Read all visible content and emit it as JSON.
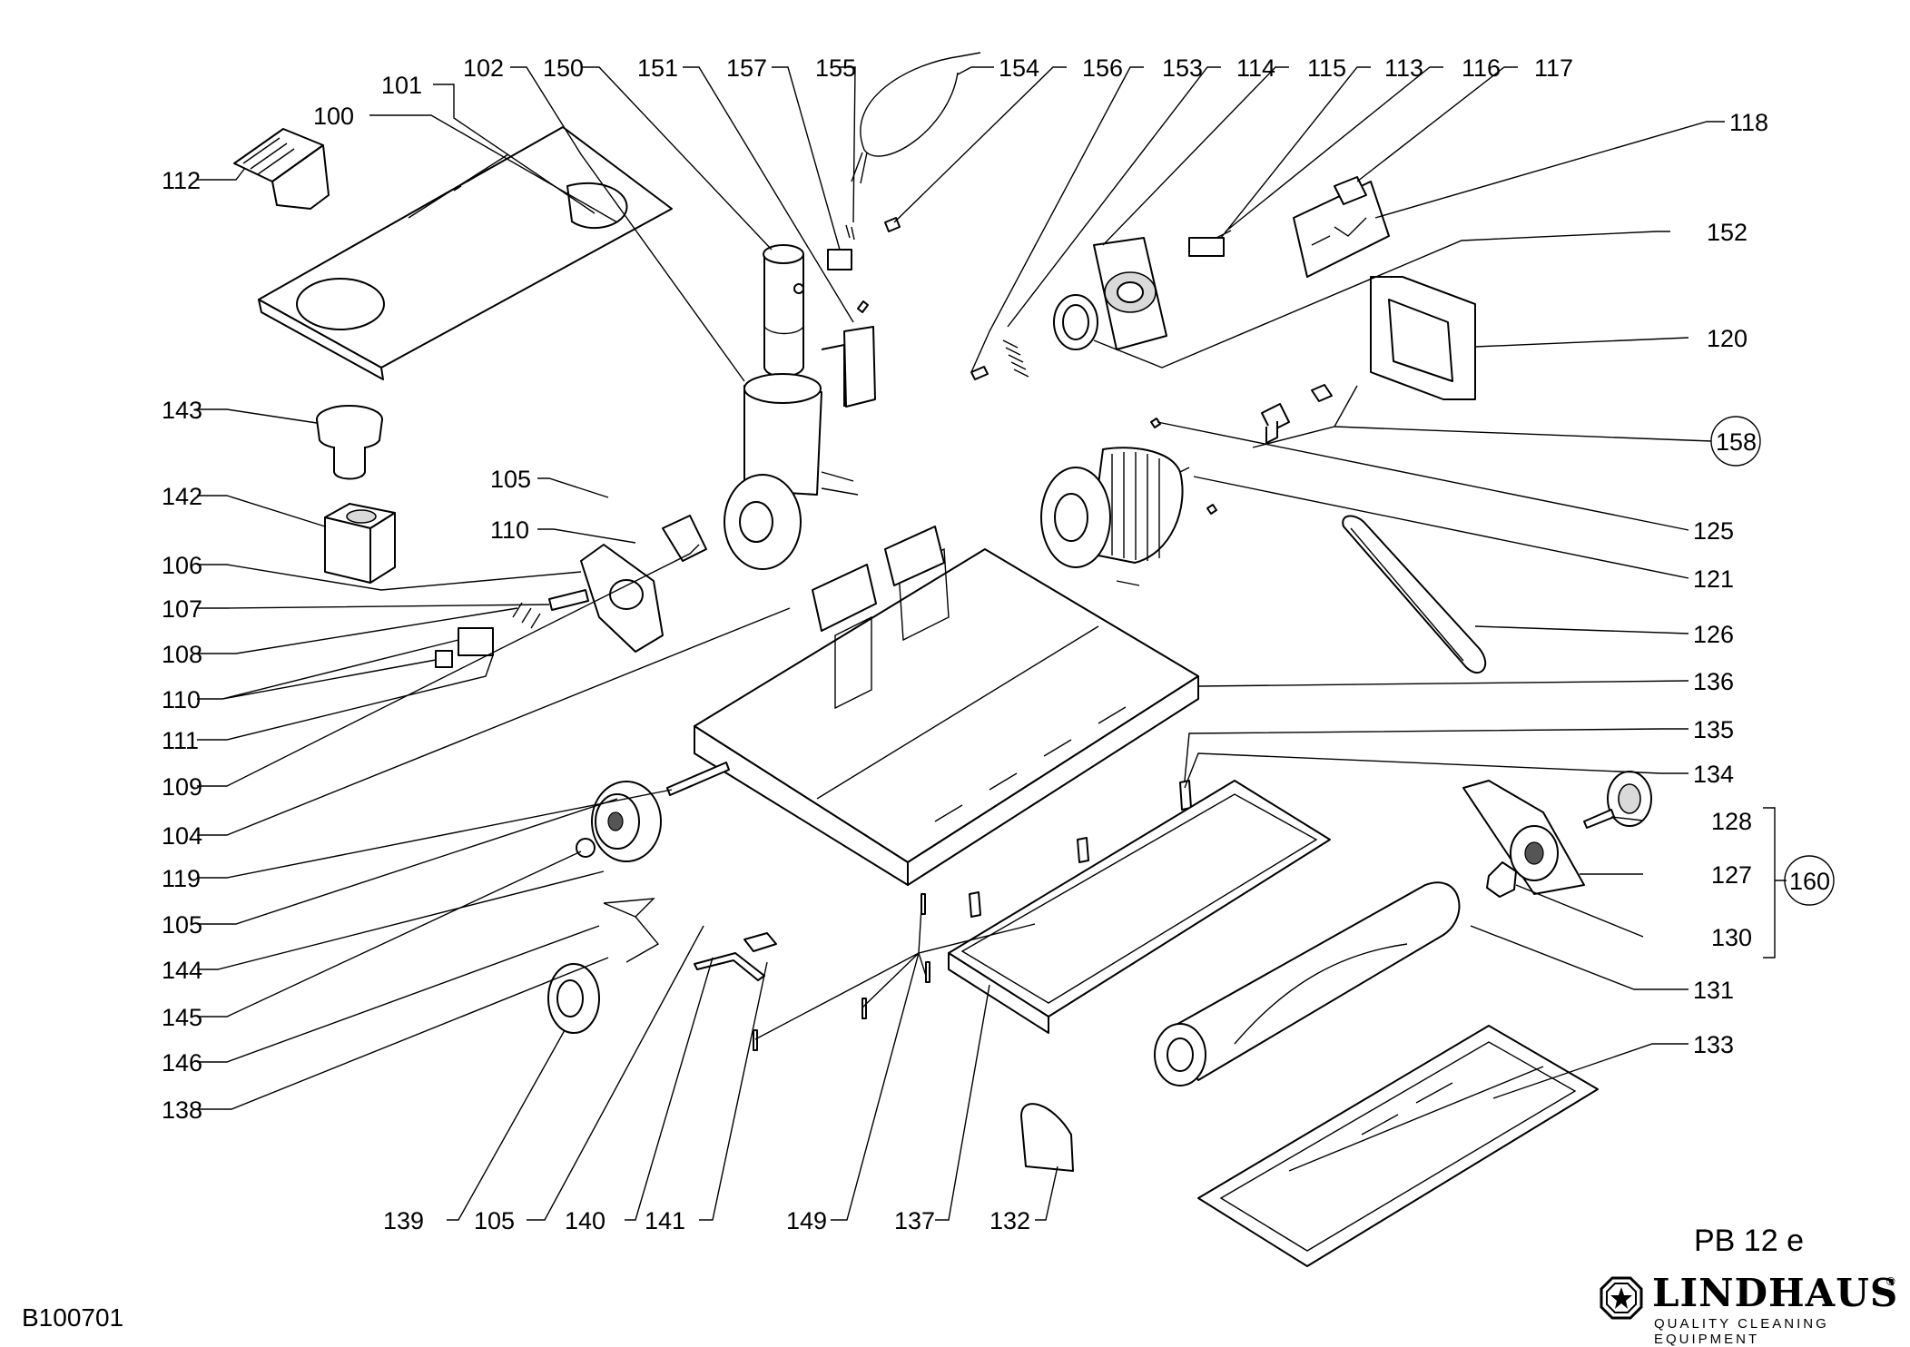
{
  "labels": {
    "l100": "100",
    "l101": "101",
    "l102": "102",
    "l150": "150",
    "l151": "151",
    "l157": "157",
    "l155": "155",
    "l154": "154",
    "l156": "156",
    "l153": "153",
    "l114": "114",
    "l115": "115",
    "l113": "113",
    "l116": "116",
    "l117": "117",
    "l118": "118",
    "l152": "152",
    "l120": "120",
    "l158": "158",
    "l125": "125",
    "l121": "121",
    "l126": "126",
    "l136": "136",
    "l135": "135",
    "l134": "134",
    "l128": "128",
    "l127": "127",
    "l160": "160",
    "l130": "130",
    "l131": "131",
    "l133": "133",
    "l112": "112",
    "l143": "143",
    "l142": "142",
    "l105a": "105",
    "l110a": "110",
    "l106": "106",
    "l107": "107",
    "l108": "108",
    "l110b": "110",
    "l111": "111",
    "l109": "109",
    "l104": "104",
    "l119": "119",
    "l105b": "105",
    "l144": "144",
    "l145": "145",
    "l146": "146",
    "l138": "138",
    "l139": "139",
    "l105c": "105",
    "l140": "140",
    "l141": "141",
    "l149": "149",
    "l137": "137",
    "l132": "132"
  },
  "footer": {
    "model": "PB 12 e",
    "drawing_number": "B100701",
    "brand_name": "LINDHAUS",
    "brand_registered": "®",
    "brand_tagline": "QUALITY CLEANING EQUIPMENT"
  }
}
